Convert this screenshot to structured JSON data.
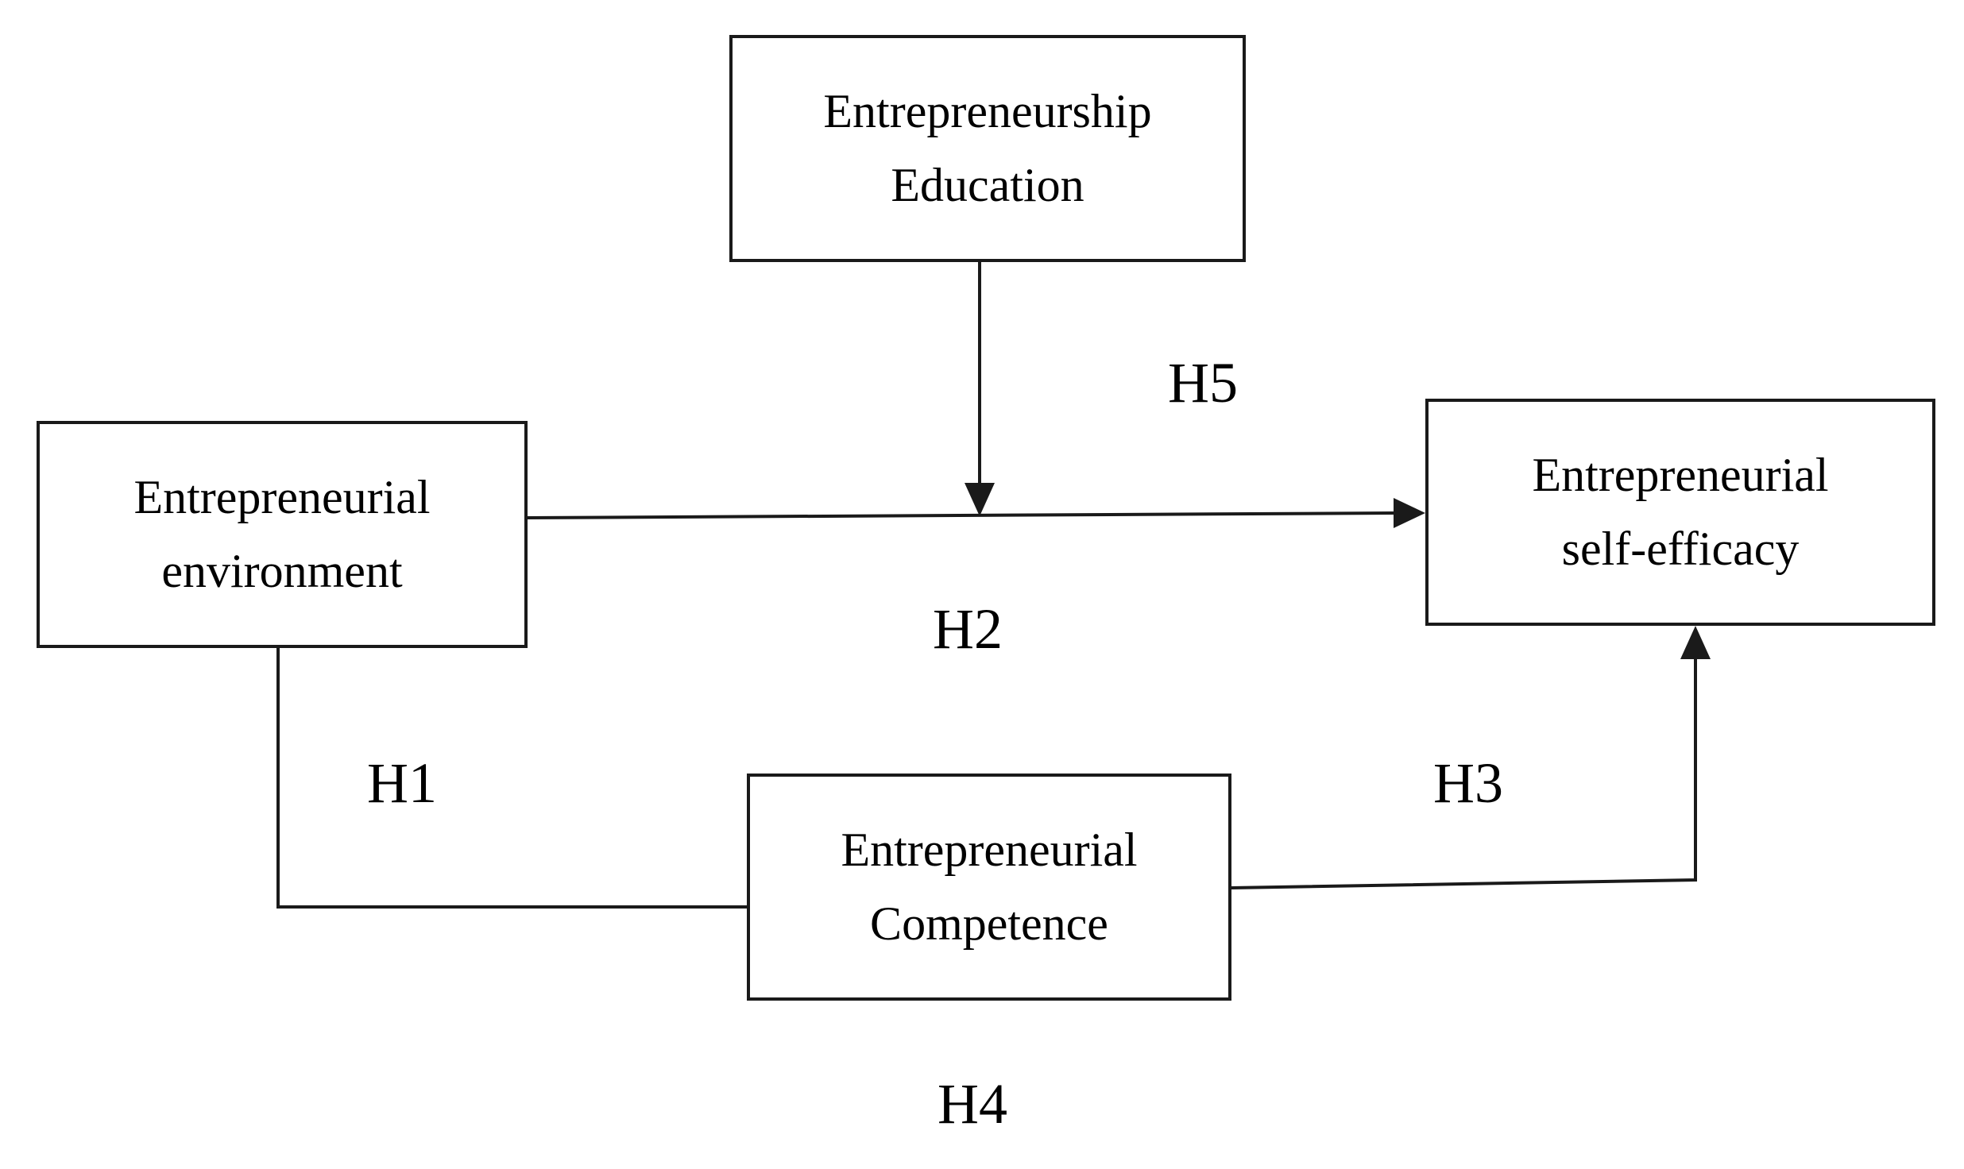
{
  "nodes": {
    "education": {
      "line1": "Entrepreneurship",
      "line2": "Education"
    },
    "environment": {
      "line1": "Entrepreneurial",
      "line2": "environment"
    },
    "self_efficacy": {
      "line1": "Entrepreneurial",
      "line2": "self-efficacy"
    },
    "competence": {
      "line1": "Entrepreneurial",
      "line2": "Competence"
    }
  },
  "hypotheses": {
    "h1": "H1",
    "h2": "H2",
    "h3": "H3",
    "h4": "H4",
    "h5": "H5"
  },
  "colors": {
    "stroke": "#1a1a1a",
    "background": "#ffffff",
    "text": "#000000"
  }
}
